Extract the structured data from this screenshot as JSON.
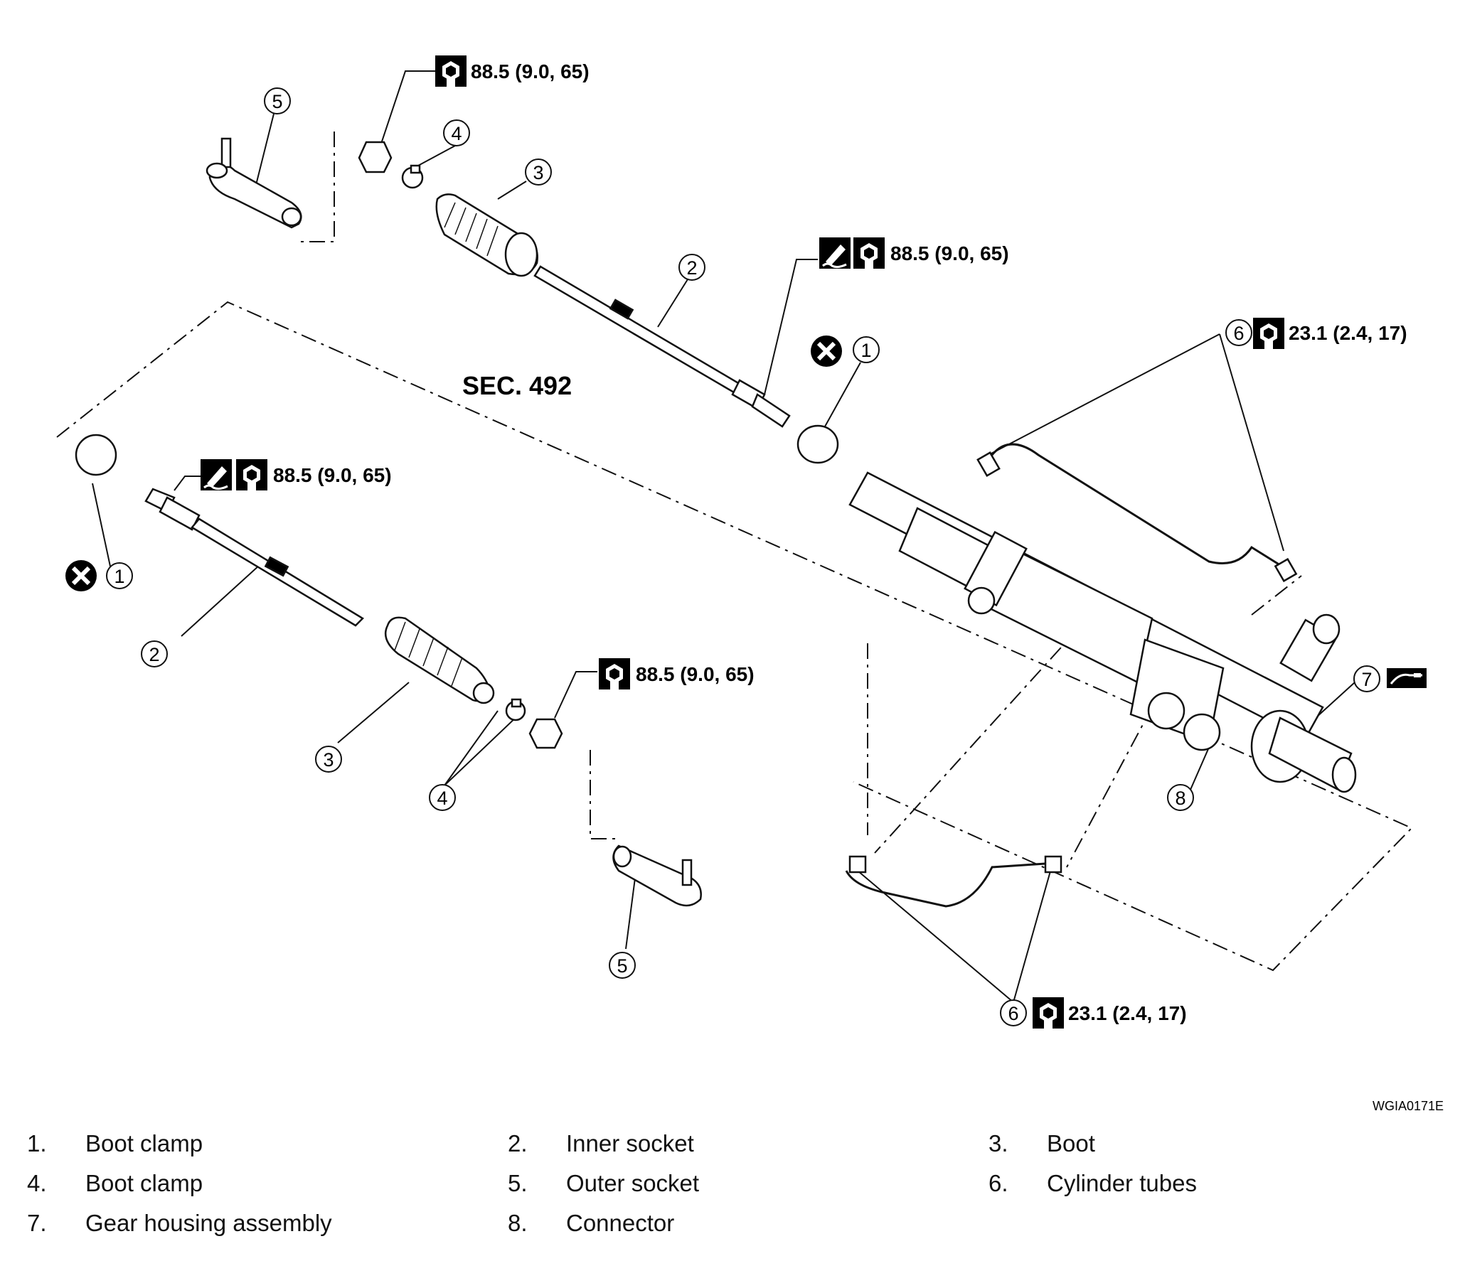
{
  "diagram": {
    "section_label": "SEC. 492",
    "image_code": "WGIA0171E",
    "torque": {
      "tie_rod_nut_top": "88.5 (9.0, 65)",
      "inner_socket_top": "88.5 (9.0, 65)",
      "inner_socket_left": "88.5 (9.0, 65)",
      "tie_rod_nut_bottom": "88.5 (9.0, 65)",
      "cylinder_tube_top": "23.1 (2.4, 17)",
      "cylinder_tube_bottom": "23.1 (2.4, 17)"
    },
    "callouts": {
      "c1a": "1",
      "c1b": "1",
      "c2a": "2",
      "c2b": "2",
      "c3a": "3",
      "c3b": "3",
      "c4a": "4",
      "c4b": "4",
      "c5a": "5",
      "c5b": "5",
      "c6a": "6",
      "c6b": "6",
      "c7": "7",
      "c8": "8"
    },
    "icons": {
      "torque": "wrench-torque-icon",
      "sealant": "sealant-icon",
      "no_reuse": "do-not-reuse-icon",
      "grease": "grease-icon"
    }
  },
  "legend": {
    "items": [
      {
        "num": "1.",
        "label": "Boot clamp"
      },
      {
        "num": "2.",
        "label": "Inner socket"
      },
      {
        "num": "3.",
        "label": "Boot"
      },
      {
        "num": "4.",
        "label": "Boot clamp"
      },
      {
        "num": "5.",
        "label": "Outer socket"
      },
      {
        "num": "6.",
        "label": "Cylinder tubes"
      },
      {
        "num": "7.",
        "label": "Gear housing assembly"
      },
      {
        "num": "8.",
        "label": "Connector"
      }
    ]
  }
}
